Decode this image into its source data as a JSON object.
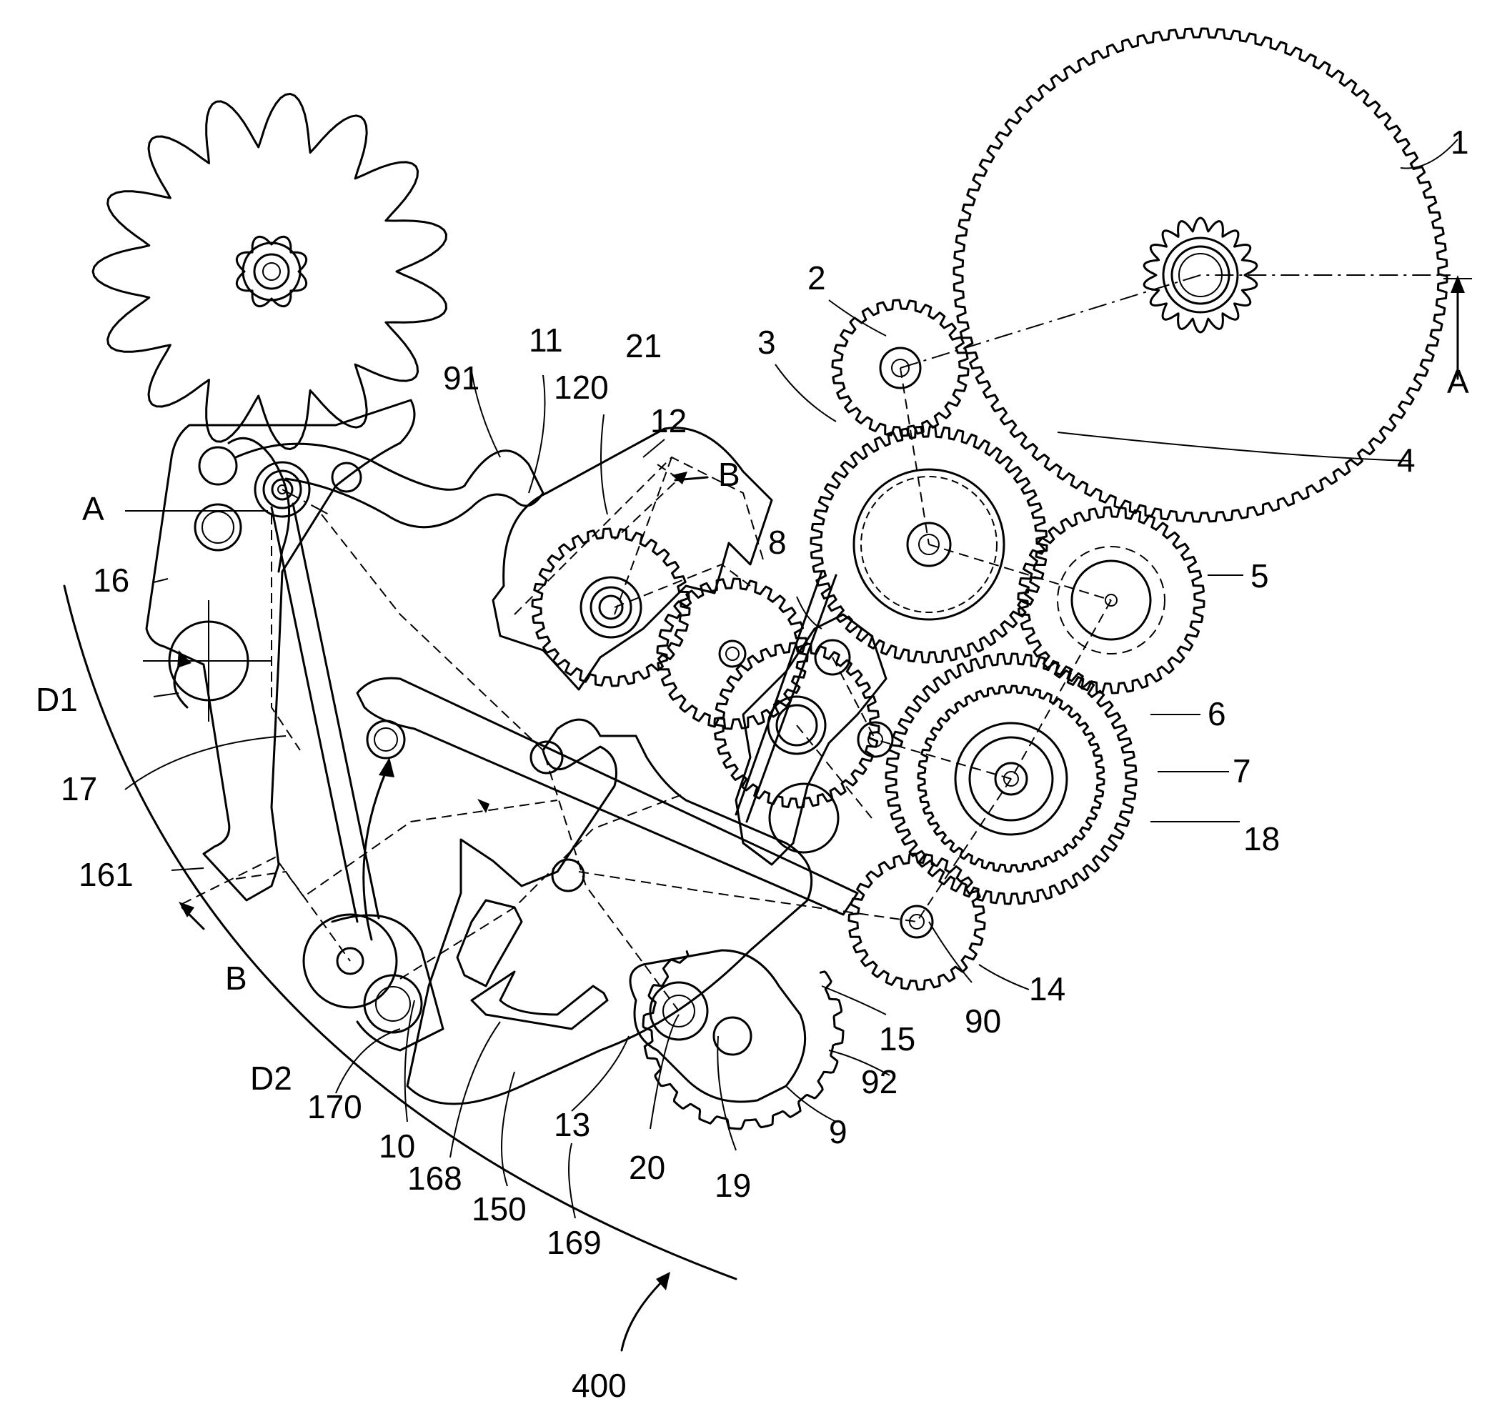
{
  "labels": {
    "l1": "1",
    "l2": "2",
    "l3": "3",
    "l4": "4",
    "l5": "5",
    "l6": "6",
    "l7": "7",
    "l8": "8",
    "l9": "9",
    "l10": "10",
    "l11": "11",
    "l12": "12",
    "l13": "13",
    "l14": "14",
    "l15": "15",
    "l16": "16",
    "l17": "17",
    "l18": "18",
    "l19": "19",
    "l20": "20",
    "l21": "21",
    "l90": "90",
    "l91": "91",
    "l92": "92",
    "l120": "120",
    "l150": "150",
    "l161": "161",
    "l168": "168",
    "l169": "169",
    "l170": "170",
    "l400": "400",
    "sectionA_left": "A",
    "sectionA_right": "A",
    "sectionB_top": "B",
    "sectionB_bottom": "B",
    "d1": "D1",
    "d2": "D2"
  }
}
